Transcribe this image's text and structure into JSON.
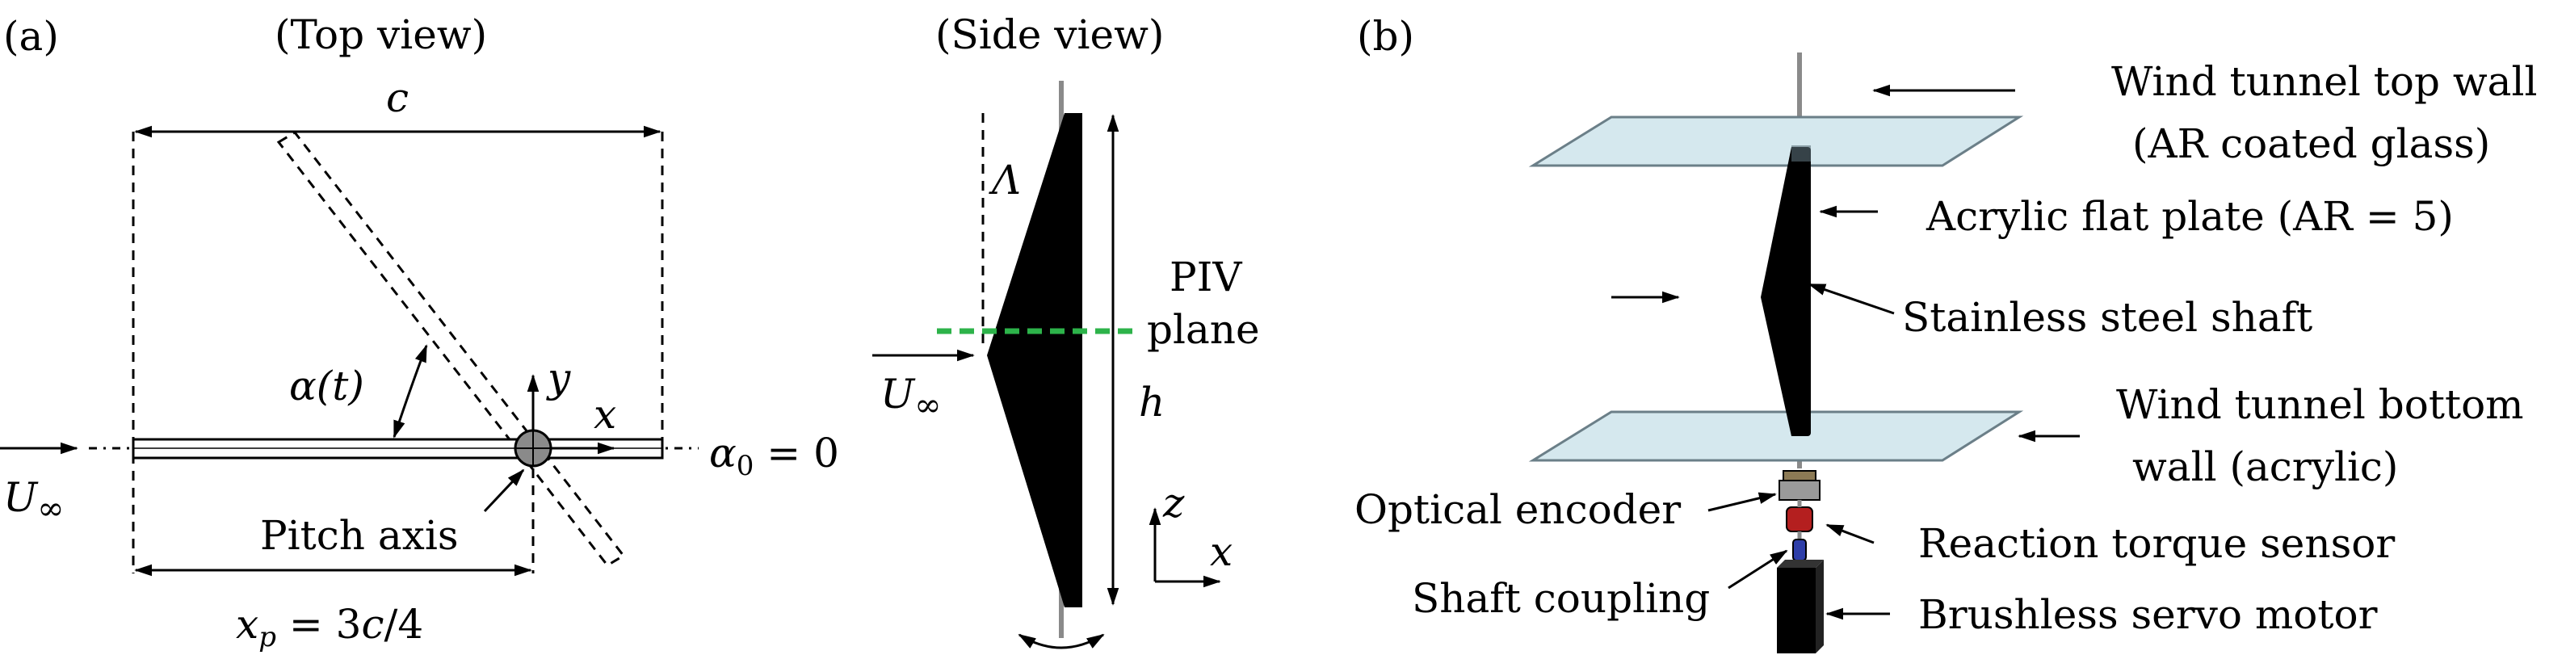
{
  "panel_a": {
    "label": "(a)",
    "top_view_title": "(Top view)",
    "side_view_title": "(Side view)",
    "chord_label": "c",
    "alpha_label": "α(t)",
    "y_axis_label": "y",
    "x_axis_label": "x",
    "u_inf_label": "U∞",
    "alpha0_label": "α0 = 0",
    "pitch_axis_label": "Pitch axis",
    "xp_label": "xp = 3c/4",
    "sweep_label": "Λ",
    "piv_label_line1": "PIV",
    "piv_label_line2": "plane",
    "u_inf_side_label": "U∞",
    "h_label": "h",
    "z_axis_label": "z",
    "x_axis_side_label": "x"
  },
  "panel_b": {
    "label": "(b)",
    "top_wall_line1": "Wind tunnel top wall",
    "top_wall_line2": "(AR coated glass)",
    "plate_label": "Acrylic flat plate (AR = 5)",
    "shaft_label": "Stainless steel shaft",
    "bottom_wall_line1": "Wind tunnel bottom",
    "bottom_wall_line2": "wall (acrylic)",
    "encoder_label": "Optical encoder",
    "torque_sensor_label": "Reaction torque sensor",
    "coupling_label": "Shaft coupling",
    "motor_label": "Brushless servo motor"
  },
  "colors": {
    "piv_plane": "#2db34a",
    "glass_fill": "#d5e8ee",
    "glass_stroke": "#6b7f88",
    "shaft": "#8a8a8a",
    "torque_sensor": "#b41f1f",
    "coupling": "#2e3ea8",
    "encoder": "#8c7a55",
    "plate": "#000000"
  }
}
